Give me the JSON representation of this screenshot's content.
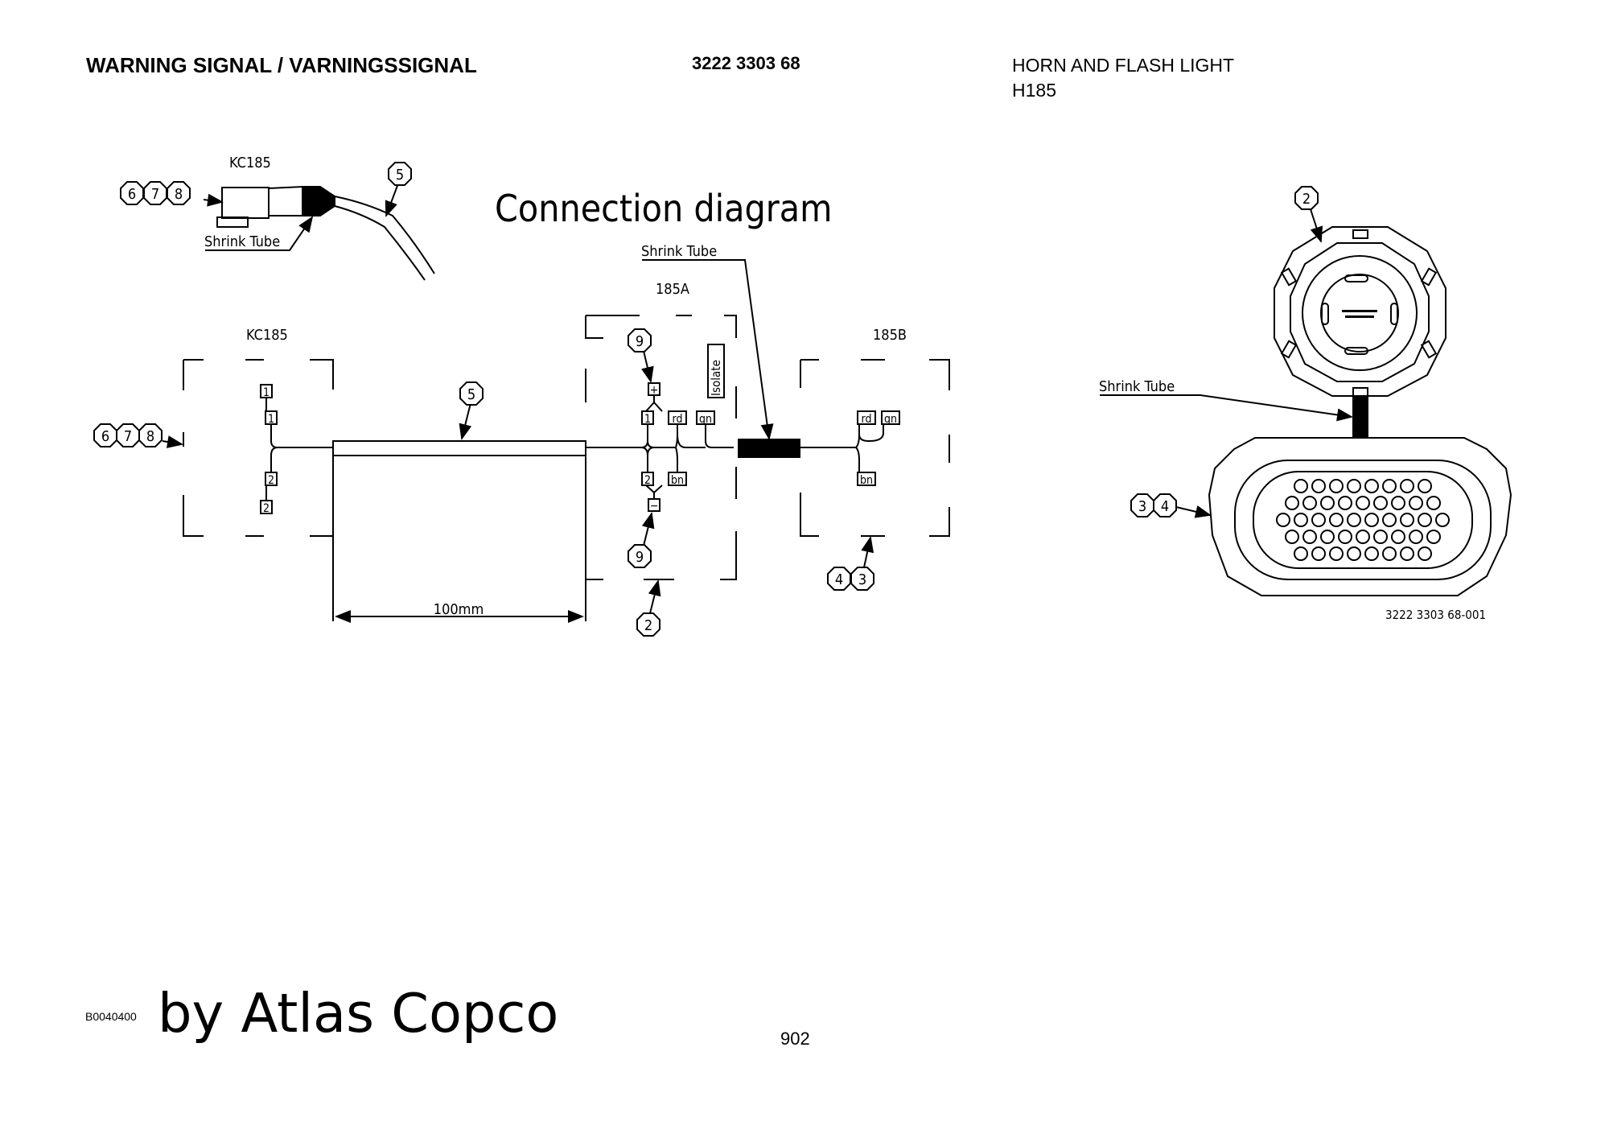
{
  "header": {
    "title": "WARNING SIGNAL / VARNINGSSIGNAL",
    "part_number": "3222 3303 68",
    "description_line1": "HORN AND FLASH LIGHT",
    "description_line2": "H185"
  },
  "diagram": {
    "title": "Connection diagram",
    "shrink_tube_label": "Shrink Tube",
    "connector_kc185": "KC185",
    "connector_185a": "185A",
    "connector_185b": "185B",
    "isolate_label": "Isolate",
    "dimension_label": "100mm",
    "pin_1": "1",
    "pin_2": "2",
    "pin_plus": "+",
    "pin_minus": "−",
    "wire_rd": "rd",
    "wire_gn": "gn",
    "wire_bn": "bn",
    "balloon_2": "2",
    "balloon_3": "3",
    "balloon_4": "4",
    "balloon_5": "5",
    "balloon_6": "6",
    "balloon_7": "7",
    "balloon_8": "8",
    "balloon_9": "9",
    "figure_ref": "3222 3303 68-001"
  },
  "footer": {
    "doc_code": "B0040400",
    "by_text": "by Atlas Copco",
    "page_number": "902"
  }
}
